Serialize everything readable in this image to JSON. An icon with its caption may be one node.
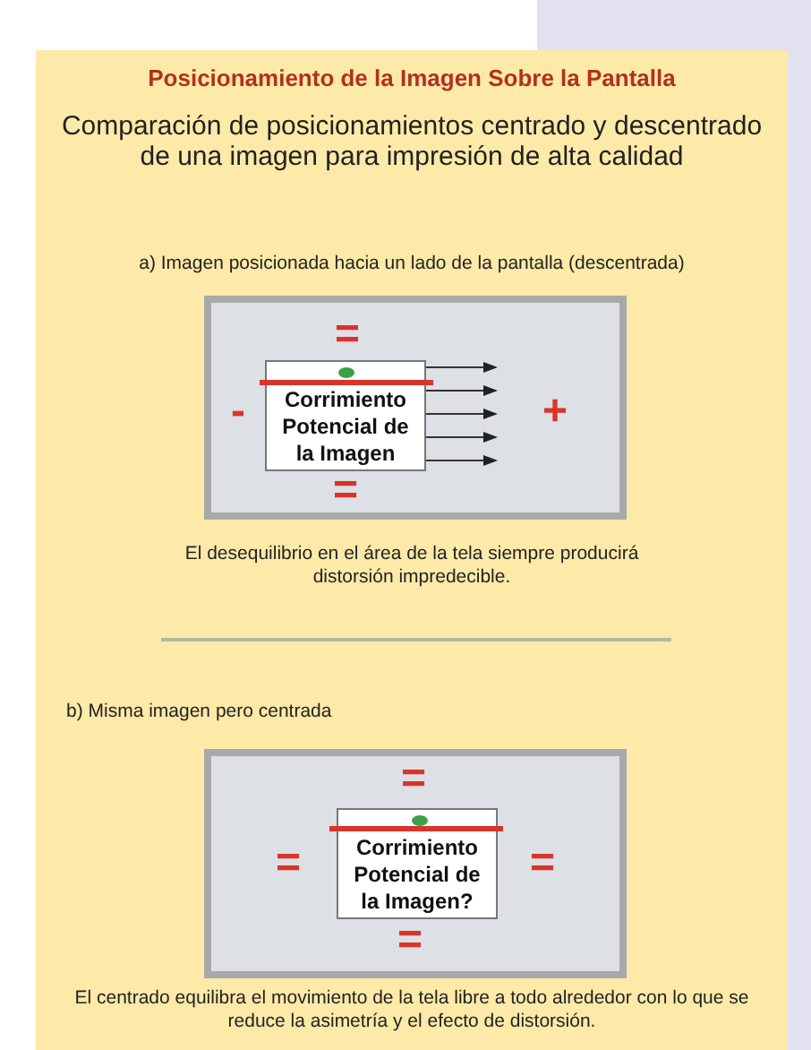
{
  "diagram": {
    "title": "Posicionamiento de la Imagen Sobre la Pantalla",
    "nodes": [
      {
        "text": [],
        "shape": "box"
      },
      {
        "text": [
          "Corrimiento Potencial de la Imagen"
        ],
        "in": 0
      },
      {
        "text": [],
        "shape": "box"
      },
      {
        "text": [
          "Corrimiento Potencial de la Imagen?"
        ],
        "in": 2
      }
    ],
    "edges": [
      {
        "from": 1,
        "to": null,
        "arrow": "to"
      },
      {
        "from": 1,
        "to": null,
        "arrow": "to"
      },
      {
        "from": 1,
        "to": null,
        "arrow": "to"
      },
      {
        "from": 1,
        "to": null,
        "arrow": "to"
      },
      {
        "from": 1,
        "to": null,
        "arrow": "to"
      }
    ],
    "labels": [
      "Comparación de posicionamientos centrado y descentrado de una imagen para impresión de alta calidad",
      "a) Imagen posicionada hacia un lado de la pantalla (descentrada)",
      "=",
      "-",
      "+",
      "=",
      "El desequilibrio en el área de la tela siempre producirá distorsión impredecible.",
      "b) Misma imagen pero centrada",
      "=",
      "=",
      "=",
      "=",
      "El centrado equilibra el movimiento de la tela libre a todo alrededor con lo que se reduce la asimetría y el efecto de distorsión."
    ]
  }
}
